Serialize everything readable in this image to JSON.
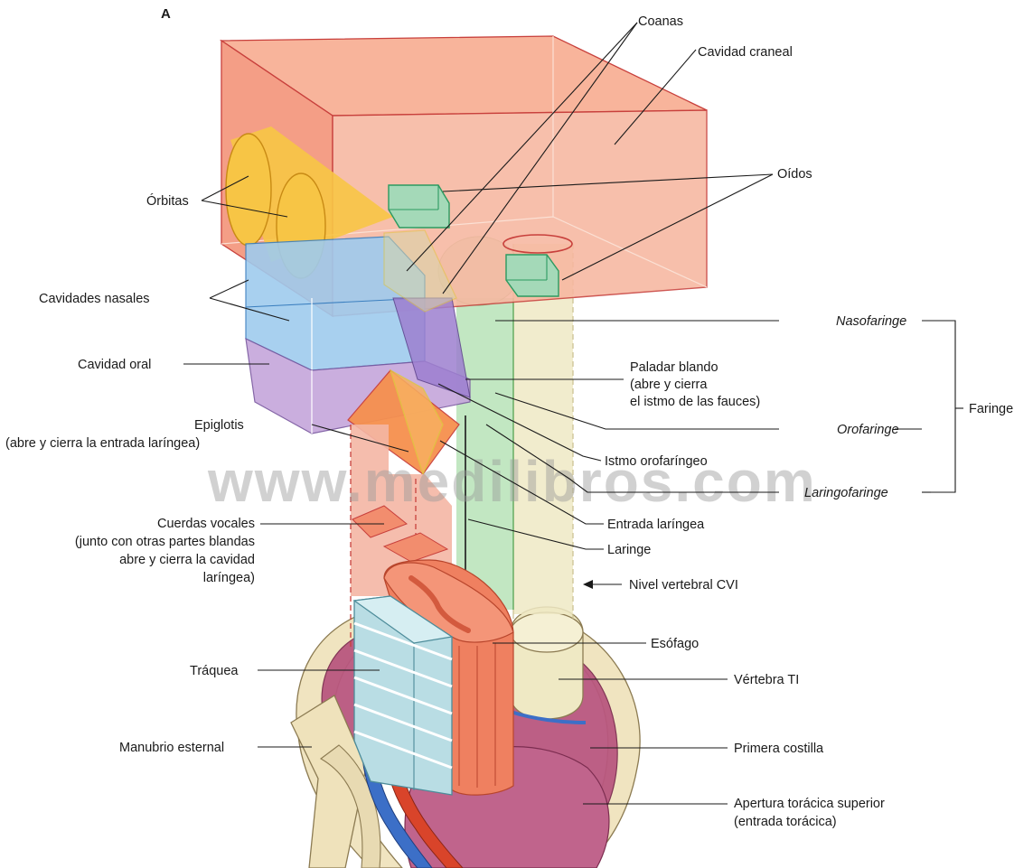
{
  "panel_letter": "A",
  "watermark": "www.medilibros.com",
  "colors": {
    "cranial": "#f4a68d",
    "cranial_edge": "#c8403c",
    "orbit": "#f7c545",
    "nasal": "#9fcbee",
    "oral": "#c6a8dc",
    "pharynx": "#8fd48f",
    "vertebral_column": "#efe9c4",
    "larynx": "#f28d6e",
    "esophagus": "#ef8060",
    "trachea": "#b9dde4",
    "rib": "#f0e4c0",
    "lung_dome": "#b9577f",
    "artery": "#d9442a",
    "vein": "#3c6fc7"
  },
  "labels": {
    "coanas": "Coanas",
    "cavidad_craneal": "Cavidad craneal",
    "orbitas": "Órbitas",
    "oidos": "Oídos",
    "cavidades_nasales": "Cavidades nasales",
    "nasofaringe": "Nasofaringe",
    "cavidad_oral": "Cavidad oral",
    "paladar_1": "Paladar blando",
    "paladar_2": "(abre y cierra",
    "paladar_3": "el istmo de las fauces)",
    "faringe": "Faringe",
    "orofaringe": "Orofaringe",
    "epiglotis_1": "Epiglotis",
    "epiglotis_2": "(abre y cierra la entrada laríngea)",
    "istmo": "Istmo orofaríngeo",
    "laringofaringe": "Laringofaringe",
    "entrada_laringea": "Entrada laríngea",
    "cuerdas_1": "Cuerdas vocales",
    "cuerdas_2": "(junto con otras partes blandas",
    "cuerdas_3": "abre y cierra la cavidad",
    "cuerdas_4": "laríngea)",
    "laringe": "Laringe",
    "nivel_cvi": "Nivel vertebral CVI",
    "esofago": "Esófago",
    "traquea": "Tráquea",
    "vertebra_ti": "Vértebra TI",
    "manubrio": "Manubrio esternal",
    "primera_costilla": "Primera costilla",
    "apertura_1": "Apertura torácica superior",
    "apertura_2": "(entrada torácica)"
  }
}
